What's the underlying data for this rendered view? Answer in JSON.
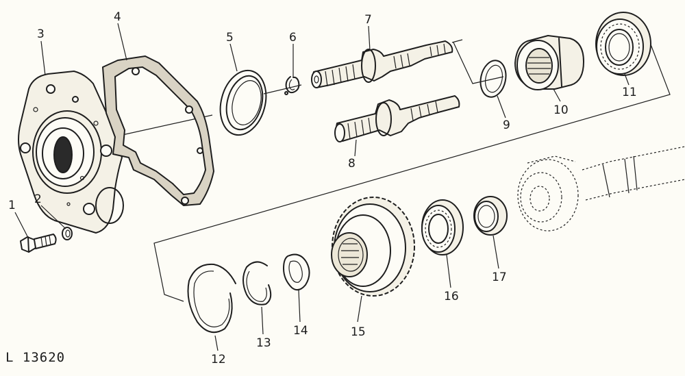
{
  "drawing_ref": "L 13620",
  "callouts": [
    "1",
    "2",
    "3",
    "4",
    "5",
    "6",
    "7",
    "8",
    "9",
    "10",
    "11",
    "12",
    "13",
    "14",
    "15",
    "16",
    "17"
  ],
  "colors": {
    "ink": "#1e1e1e",
    "paper": "#fdfcf6",
    "gasket_fill": "#d9d3c4"
  }
}
